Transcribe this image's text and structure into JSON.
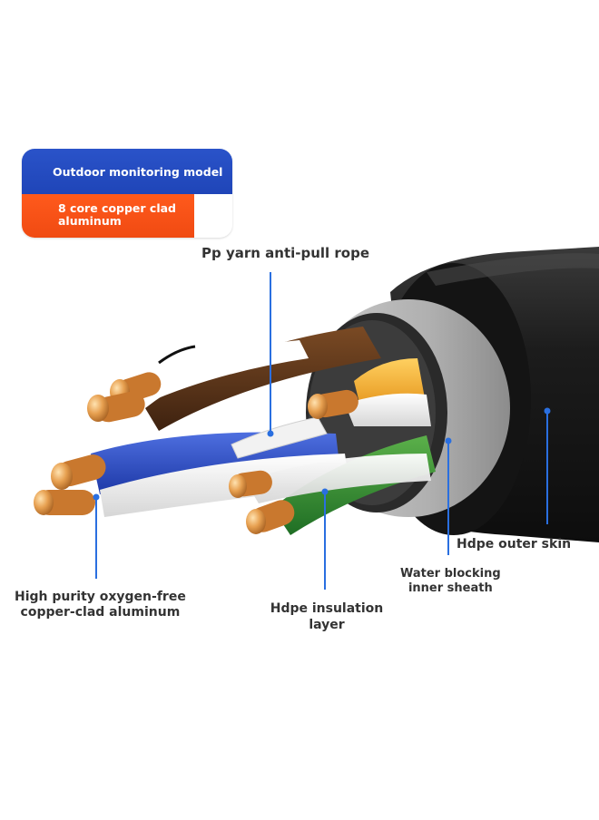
{
  "badge": {
    "model": "Outdoor monitoring model",
    "core": "8 core copper clad aluminum"
  },
  "labels": {
    "pp_rope": "Pp yarn anti-pull rope",
    "high_purity_line1": "High purity oxygen-free",
    "high_purity_line2": "copper-clad aluminum",
    "insulation_line1": "Hdpe insulation",
    "insulation_line2": "layer",
    "water_line1": "Water blocking",
    "water_line2": "inner sheath",
    "outer_skin": "Hdpe outer skin"
  },
  "colors": {
    "badge_blue": "#2a53c9",
    "badge_orange": "#f04a12",
    "leader_blue": "#2a6fe0",
    "jacket_black": "#1a1a1a",
    "sheath_gray": "#a8a8a8",
    "copper": "#d98a3a"
  }
}
